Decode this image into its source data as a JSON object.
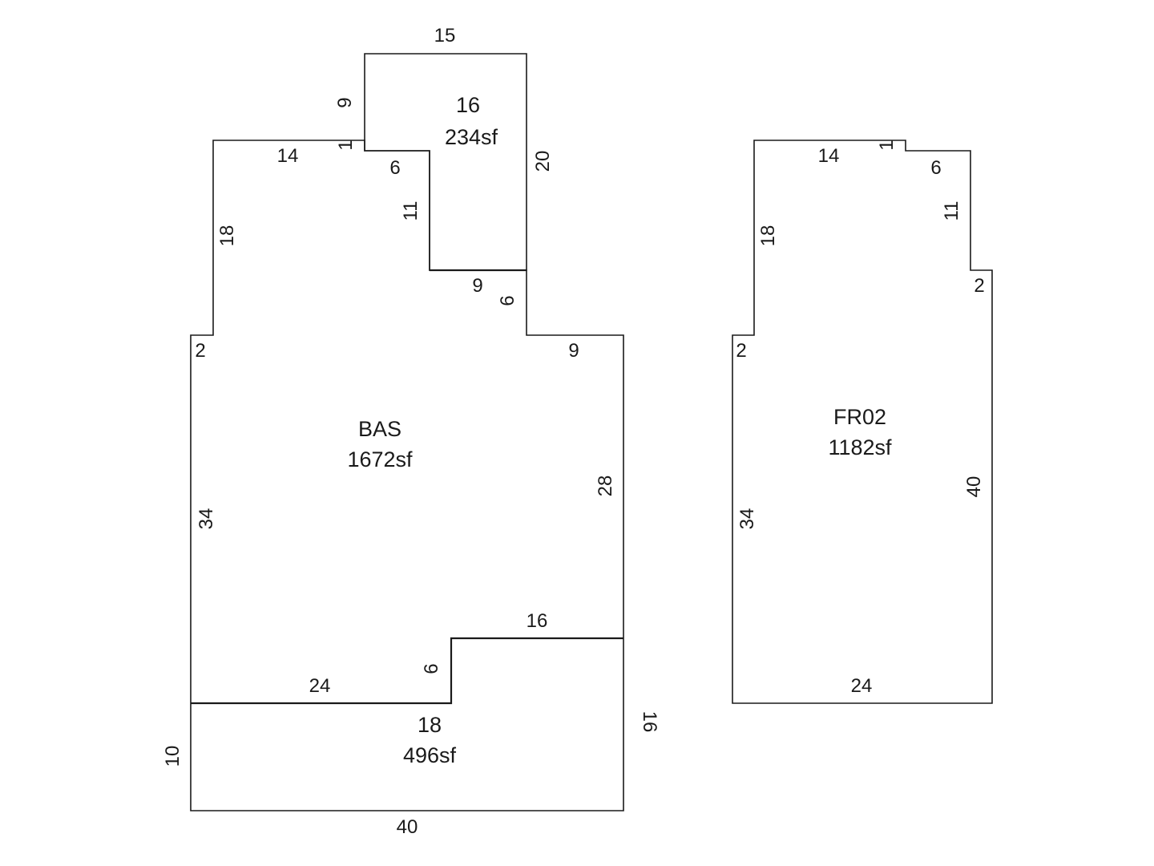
{
  "areas": {
    "bas": {
      "code": "BAS",
      "size": "1672sf"
    },
    "upper": {
      "code": "16",
      "size": "234sf"
    },
    "lower": {
      "code": "18",
      "size": "496sf"
    },
    "fr02": {
      "code": "FR02",
      "size": "1182sf"
    }
  },
  "dims": {
    "upper_top": "15",
    "upper_left": "9",
    "upper_right": "20",
    "bas_top_left": "14",
    "bas_jog_1": "1",
    "bas_notch_top": "6",
    "bas_notch_side": "11",
    "bas_notch_bottom": "9",
    "bas_step_right": "6",
    "bas_ledge_right": "9",
    "bas_left_upper": "18",
    "bas_left_jog": "2",
    "bas_left_lower": "34",
    "bas_right": "28",
    "bas_bottom_left": "24",
    "bas_bottom_step": "6",
    "bas_bottom_right": "16",
    "lower_left": "10",
    "lower_right": "16",
    "lower_bottom": "40",
    "fr_top": "14",
    "fr_jog_1": "1",
    "fr_step_top": "6",
    "fr_step_side": "11",
    "fr_right_jog": "2",
    "fr_left_upper": "18",
    "fr_left_jog": "2",
    "fr_left_lower": "34",
    "fr_right": "40",
    "fr_bottom": "24"
  }
}
